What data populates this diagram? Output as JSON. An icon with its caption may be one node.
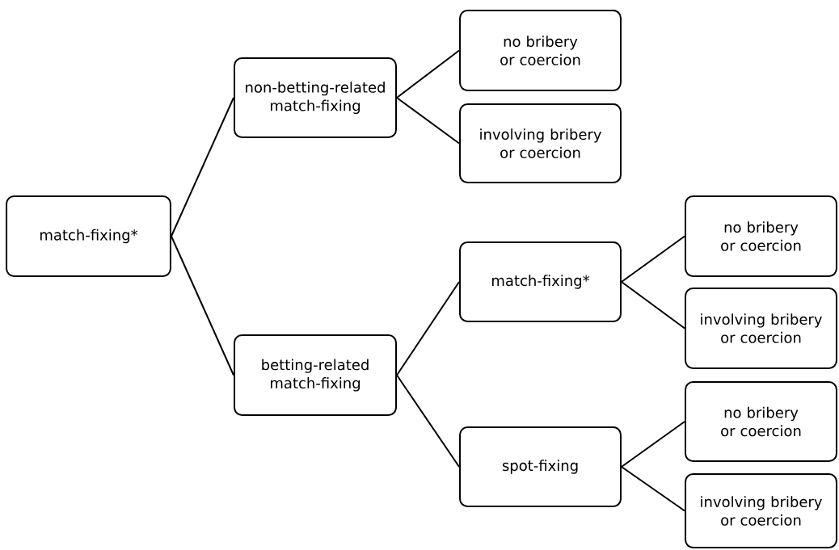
{
  "diagram": {
    "nodes": [
      {
        "text": [
          "match-fixing*"
        ]
      },
      {
        "text": [
          "non-betting-related match-fixing"
        ]
      },
      {
        "text": [
          "no bribery or coercion"
        ]
      },
      {
        "text": [
          "involving bribery or coercion"
        ]
      },
      {
        "text": [
          "betting-related match-fixing"
        ]
      },
      {
        "text": [
          "match-fixing*"
        ]
      },
      {
        "text": [
          "no bribery or coercion"
        ]
      },
      {
        "text": [
          "involving bribery or coercion"
        ]
      },
      {
        "text": [
          "spot-fixing"
        ]
      },
      {
        "text": [
          "no bribery or coercion"
        ]
      },
      {
        "text": [
          "involving bribery or coercion"
        ]
      }
    ],
    "edges": [
      {
        "from": 0,
        "to": 1,
        "arrow": "none"
      },
      {
        "from": 0,
        "to": 4,
        "arrow": "none"
      },
      {
        "from": 1,
        "to": 2,
        "arrow": "none"
      },
      {
        "from": 1,
        "to": 3,
        "arrow": "none"
      },
      {
        "from": 4,
        "to": 5,
        "arrow": "none"
      },
      {
        "from": 4,
        "to": 8,
        "arrow": "none"
      },
      {
        "from": 5,
        "to": 6,
        "arrow": "none"
      },
      {
        "from": 5,
        "to": 7,
        "arrow": "none"
      },
      {
        "from": 8,
        "to": 9,
        "arrow": "none"
      },
      {
        "from": 8,
        "to": 10,
        "arrow": "none"
      }
    ]
  }
}
